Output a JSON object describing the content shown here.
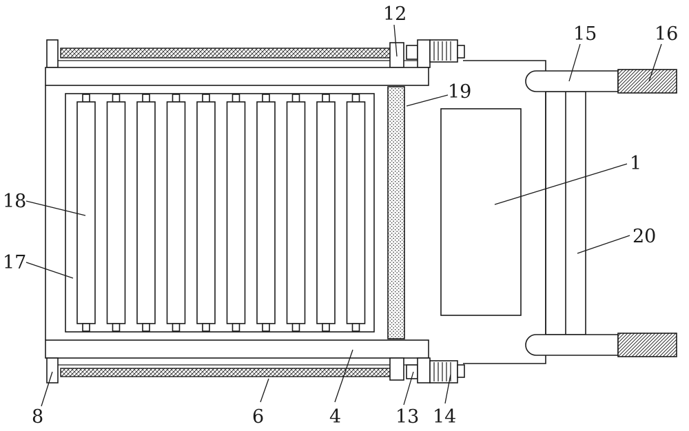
{
  "labels": {
    "l1": "1",
    "l4": "4",
    "l6": "6",
    "l8": "8",
    "l12": "12",
    "l13": "13",
    "l14": "14",
    "l15": "15",
    "l16": "16",
    "l17": "17",
    "l18": "18",
    "l19": "19",
    "l20": "20"
  },
  "diagram": {
    "roller_count": 10,
    "line_color": "#1a1a1a",
    "background": "#ffffff"
  }
}
